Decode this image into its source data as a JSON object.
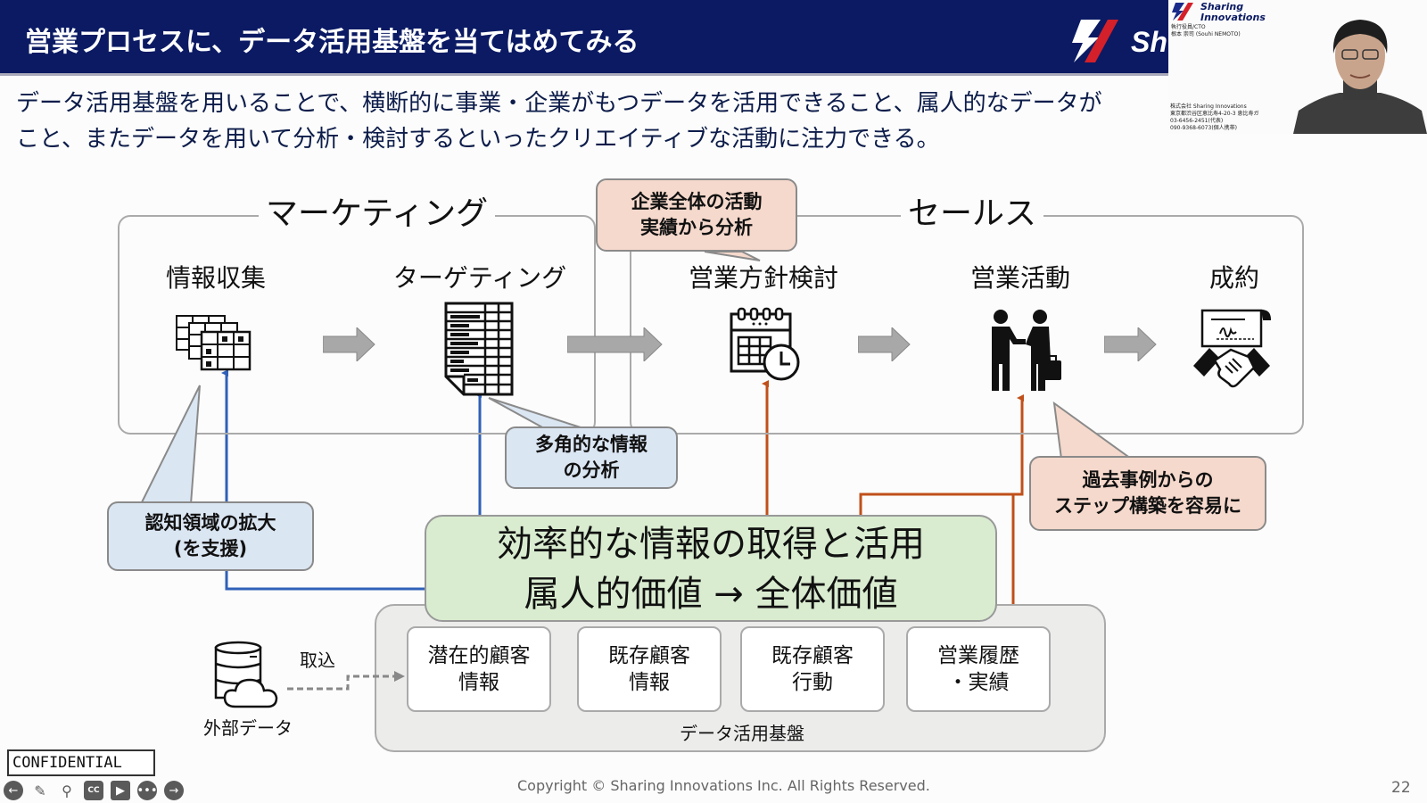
{
  "header": {
    "title": "営業プロセスに、データ活用基盤を当てはめてみる",
    "logo_text": "Sh"
  },
  "intro": {
    "line1": "データ活用基盤を用いることで、横断的に事業・企業がもつデータを活用できること、属人的なデータが",
    "line2": "こと、またデータを用いて分析・検討するといったクリエイティブな活動に注力できる。"
  },
  "diagram": {
    "marketing_label": "マーケティング",
    "sales_label": "セールス",
    "steps": [
      {
        "label": "情報収集",
        "icon": "spreadsheets-icon"
      },
      {
        "label": "ターゲティング",
        "icon": "document-list-icon"
      },
      {
        "label": "営業方針検討",
        "icon": "calendar-clock-icon"
      },
      {
        "label": "営業活動",
        "icon": "business-handshake-people-icon"
      },
      {
        "label": "成約",
        "icon": "contract-handshake-icon"
      }
    ],
    "callouts": {
      "awareness": {
        "line1": "認知領域の拡大",
        "line2": "(を支援)"
      },
      "multi_angle": {
        "line1": "多角的な情報",
        "line2": "の分析"
      },
      "company_wide": {
        "line1": "企業全体の活動",
        "line2": "実績から分析"
      },
      "past_cases": {
        "line1": "過去事例からの",
        "line2": "ステップ構築を容易に"
      }
    },
    "highlight": {
      "line1": "効率的な情報の取得と活用",
      "line2": "属人的価値 → 全体価値"
    },
    "platform": {
      "label": "データ活用基盤",
      "cards": [
        {
          "line1": "潜在的顧客",
          "line2": "情報"
        },
        {
          "line1": "既存顧客",
          "line2": "情報"
        },
        {
          "line1": "既存顧客",
          "line2": "行動"
        },
        {
          "line1": "営業履歴",
          "line2": "・実績"
        }
      ]
    },
    "external": {
      "label": "外部データ",
      "import_label": "取込"
    },
    "colors": {
      "blue_line": "#3060b8",
      "orange_line": "#c0501a",
      "arrow_gray": "#a8a8a8"
    }
  },
  "footer": {
    "confidential": "CONFIDENTIAL",
    "copyright": "Copyright © Sharing Innovations Inc. All Rights Reserved.",
    "page_number": "22"
  },
  "player_toolbar": {
    "buttons": [
      "previous",
      "pen",
      "zoom",
      "captions",
      "camera",
      "more",
      "next"
    ]
  },
  "webcam": {
    "brand_line1": "Sharing",
    "brand_line2": "Innovations",
    "role": "執行役員/CTO",
    "name": "根本 崇司 (Souhi NEMOTO)",
    "company": "株式会社 Sharing Innovations",
    "address": "東京都渋谷区恵比寿4-20-3 恵比寿ガ",
    "phone": "03-6456-2451(代表)",
    "mobile": "090-9368-6073(個人携帯)"
  }
}
